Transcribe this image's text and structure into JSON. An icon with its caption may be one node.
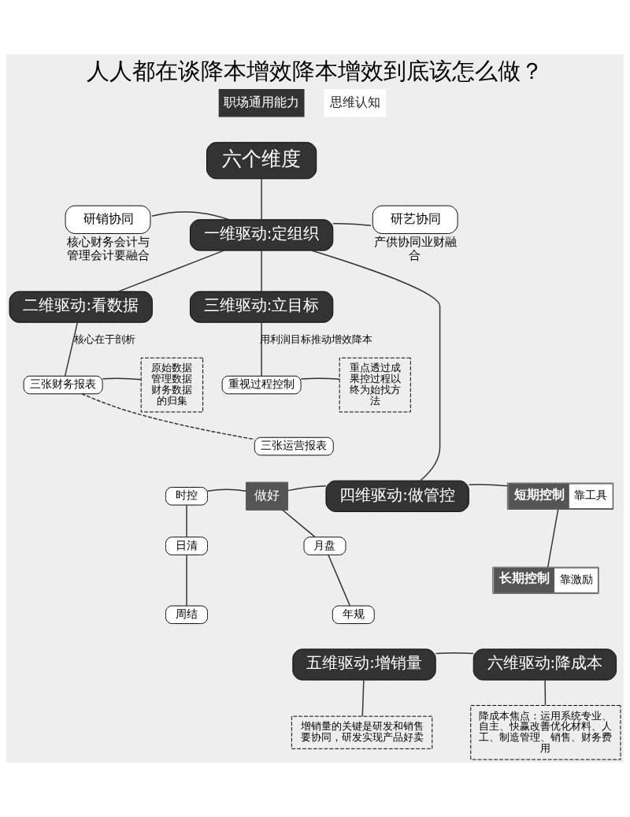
{
  "diagram": {
    "title": "人人都在谈降本增效降本增效到底该怎么做？",
    "nodes": [
      {
        "text": [
          "六个维度"
        ]
      },
      {
        "text": [
          "一维驱动:定组织"
        ]
      },
      {
        "text": [
          "研销协同"
        ],
        "beside": [
          "核心财务会计与管理会计要融合"
        ]
      },
      {
        "text": [
          "研艺协同"
        ],
        "beside": [
          "产供协同业财融合"
        ]
      },
      {
        "text": [
          "二维驱动:看数据"
        ]
      },
      {
        "text": [
          "三维驱动:立目标"
        ]
      },
      {
        "text": [
          "三张财务报表"
        ]
      },
      {
        "text": [
          "三张运营报表"
        ]
      },
      {
        "text": [
          "原始数据管理数据财务数据的归集"
        ]
      },
      {
        "text": [
          "重视过程控制"
        ]
      },
      {
        "text": [
          "重点透过成果控过程以终为始找方法"
        ]
      },
      {
        "text": [
          "四维驱动:做管控"
        ]
      },
      {
        "text": [
          "做好"
        ]
      },
      {
        "text": [
          "时控"
        ]
      },
      {
        "text": [
          "日清"
        ]
      },
      {
        "text": [
          "周结"
        ]
      },
      {
        "text": [
          "月盘"
        ]
      },
      {
        "text": [
          "年规"
        ]
      },
      {
        "text": [
          "短期控制",
          "靠工具"
        ]
      },
      {
        "text": [
          "长期控制",
          "靠激励"
        ]
      },
      {
        "text": [
          "五维驱动:增销量"
        ]
      },
      {
        "text": [
          "六维驱动:降成本"
        ]
      },
      {
        "text": [
          "增销量的关键是研发和销售要协同，研发实现产品好卖"
        ]
      },
      {
        "text": [
          "降成本焦点：运用系统专业、自主、快赢改善优化材料、人工、制造管理、销售、财务费用"
        ]
      }
    ],
    "edges": [
      {
        "from": 0,
        "to": 1,
        "arrow": "none"
      },
      {
        "from": 1,
        "to": 2,
        "arrow": "none"
      },
      {
        "from": 1,
        "to": 3,
        "arrow": "none"
      },
      {
        "from": 1,
        "to": 4,
        "arrow": "none"
      },
      {
        "from": 1,
        "to": 5,
        "arrow": "none"
      },
      {
        "from": 1,
        "to": 11,
        "arrow": "none"
      },
      {
        "from": 4,
        "to": 6,
        "arrow": "none",
        "label": "核心在于剖析"
      },
      {
        "from": 6,
        "to": 7,
        "arrow": "none",
        "style": "dashed"
      },
      {
        "from": 8,
        "to": 6,
        "arrow": "none"
      },
      {
        "from": 5,
        "to": 9,
        "arrow": "none",
        "label": "用利润目标推动增效降本"
      },
      {
        "from": 9,
        "to": 10,
        "arrow": "none"
      },
      {
        "from": 11,
        "to": 12,
        "arrow": "none"
      },
      {
        "from": 12,
        "to": 13,
        "arrow": "none"
      },
      {
        "from": 13,
        "to": 14,
        "arrow": "none"
      },
      {
        "from": 14,
        "to": 15,
        "arrow": "none"
      },
      {
        "from": 12,
        "to": 16,
        "arrow": "none"
      },
      {
        "from": 16,
        "to": 17,
        "arrow": "none"
      },
      {
        "from": 11,
        "to": 18,
        "arrow": "none"
      },
      {
        "from": 18,
        "to": 19,
        "arrow": "none"
      },
      {
        "from": 20,
        "to": 21,
        "arrow": "none"
      },
      {
        "from": 20,
        "to": 22,
        "arrow": "none"
      },
      {
        "from": 21,
        "to": 23,
        "arrow": "none"
      }
    ],
    "labels": [
      "职场通用能力",
      "思维认知"
    ]
  }
}
